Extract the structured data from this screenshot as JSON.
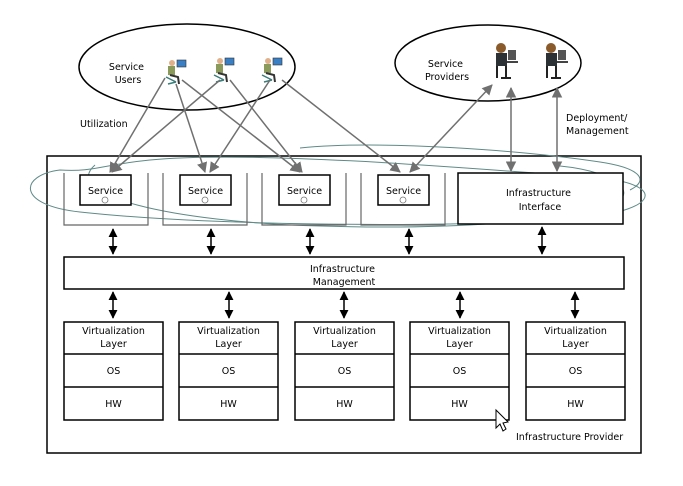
{
  "users_group": {
    "line1": "Service",
    "line2": "Users"
  },
  "providers_group": {
    "line1": "Service",
    "line2": "Providers"
  },
  "utilization_label": "Utilization",
  "deployment_label": {
    "line1": "Deployment/",
    "line2": "Management"
  },
  "services": [
    "Service",
    "Service",
    "Service",
    "Service"
  ],
  "infrastructure_interface": {
    "line1": "Infrastructure",
    "line2": "Interface"
  },
  "infrastructure_management": {
    "line1": "Infrastructure",
    "line2": "Management"
  },
  "stacks": [
    {
      "layer1": "Virtualization",
      "layer2": "Layer",
      "os": "OS",
      "hw": "HW"
    },
    {
      "layer1": "Virtualization",
      "layer2": "Layer",
      "os": "OS",
      "hw": "HW"
    },
    {
      "layer1": "Virtualization",
      "layer2": "Layer",
      "os": "OS",
      "hw": "HW"
    },
    {
      "layer1": "Virtualization",
      "layer2": "Layer",
      "os": "OS",
      "hw": "HW"
    },
    {
      "layer1": "Virtualization",
      "layer2": "Layer",
      "os": "OS",
      "hw": "HW"
    }
  ],
  "provider_label": "Infrastructure Provider",
  "icons": {
    "user": "seated-user-at-computer-icon",
    "provider": "provider-at-workstation-icon",
    "cursor": "mouse-pointer-icon"
  },
  "colors": {
    "cloud": "#5f8a88",
    "arrow_gray": "#707070",
    "line": "#000000"
  }
}
